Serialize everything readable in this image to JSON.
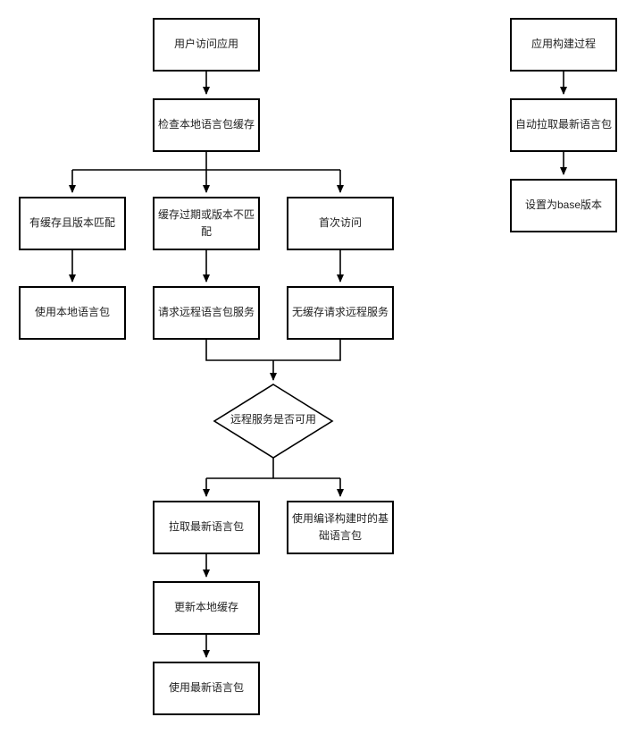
{
  "colors": {
    "line": "#000000",
    "text": "#1f1f1f",
    "background": "#ffffff",
    "node_fill": "#ffffff"
  },
  "nodes": {
    "user_visit": "用户访问应用",
    "check_cache": "检查本地语言包缓存",
    "cache_match": "有缓存且版本匹配",
    "cache_expired": "缓存过期或版本不匹配",
    "first_visit": "首次访问",
    "use_local": "使用本地语言包",
    "request_remote": "请求远程语言包服务",
    "no_cache_remote": "无缓存请求远程服务",
    "remote_available": "远程服务是否可用",
    "pull_latest": "拉取最新语言包",
    "use_build_base": "使用编译构建时的基础语言包",
    "update_cache": "更新本地缓存",
    "use_latest": "使用最新语言包",
    "build_process": "应用构建过程",
    "auto_pull_latest": "自动拉取最新语言包",
    "set_base_version": "设置为base版本"
  }
}
